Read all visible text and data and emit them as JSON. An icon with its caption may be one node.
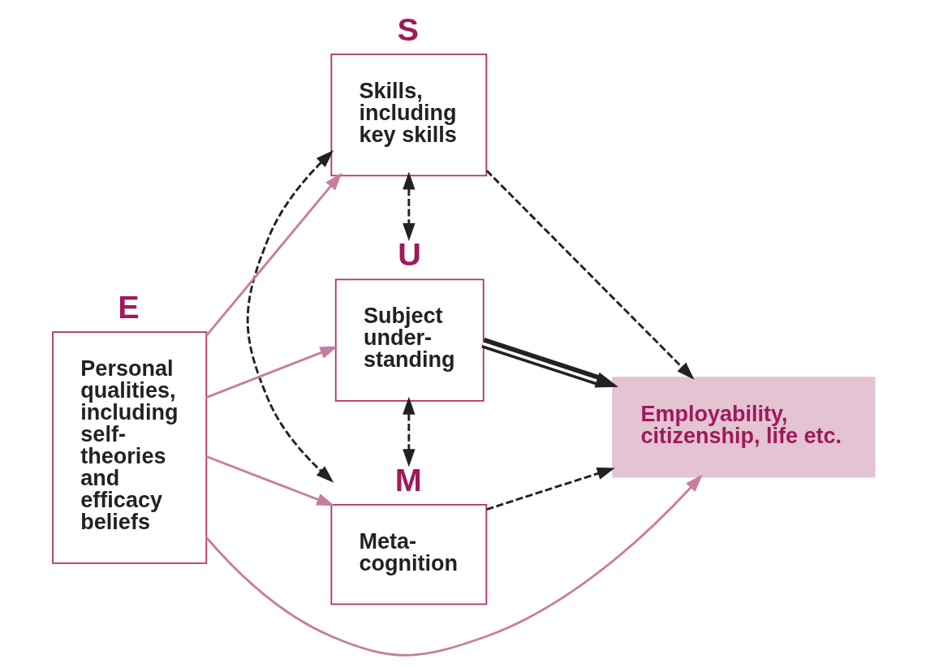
{
  "diagram": {
    "nodes": [
      {
        "text": [
          "S",
          "Skills, including key skills"
        ]
      },
      {
        "text": [
          "Employability, citizenship, life etc."
        ]
      },
      {
        "text": [
          "E",
          "Personal qualities, including self- theories and efficacy beliefs"
        ]
      },
      {
        "text": [
          "U",
          "Subject under- standing"
        ]
      },
      {
        "text": [
          "M",
          "Meta- cognition"
        ]
      }
    ],
    "edges": [
      {
        "from": 2,
        "to": 0,
        "arrow": "to",
        "color": "#c67ea0"
      },
      {
        "from": 2,
        "to": 1,
        "arrow": "to",
        "color": "#c67ea0"
      },
      {
        "from": 2,
        "to": 4,
        "arrow": "to",
        "color": "#c67ea0"
      },
      {
        "from": 2,
        "to": 3,
        "arrow": "to",
        "color": "#c67ea0"
      },
      {
        "from": 0,
        "to": 1,
        "arrow": "to",
        "style": "dashed"
      },
      {
        "from": 0,
        "to": 3,
        "arrow": "both",
        "style": "dashed"
      },
      {
        "from": 0,
        "to": 4,
        "arrow": "both",
        "style": "dashed"
      },
      {
        "from": 3,
        "to": 4,
        "arrow": "both",
        "style": "dashed"
      },
      {
        "from": 3,
        "to": 1,
        "arrow": "to",
        "style": "thick"
      },
      {
        "from": 4,
        "to": 1,
        "arrow": "to",
        "style": "dashed"
      }
    ]
  }
}
